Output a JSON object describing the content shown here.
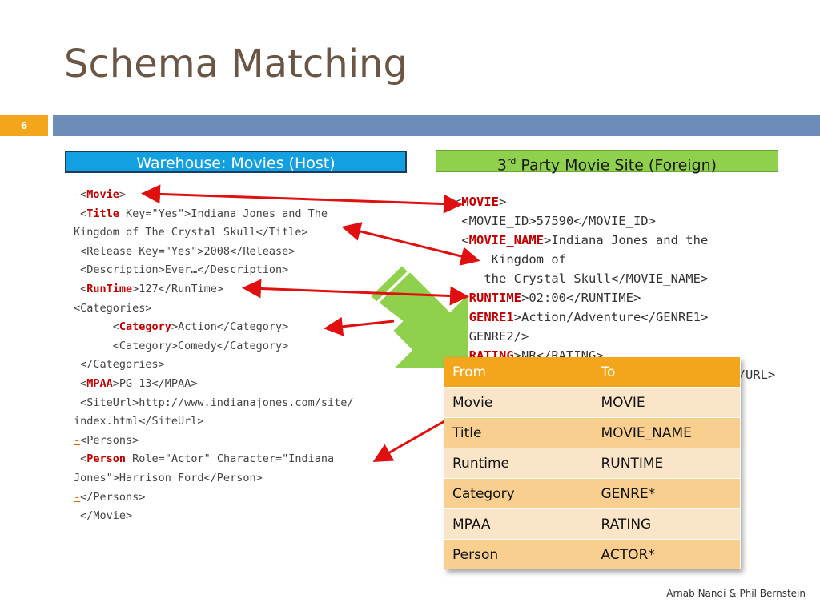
{
  "slide": {
    "title": "Schema Matching",
    "number": "6",
    "footer": "Arnab Nandi & Phil Bernstein"
  },
  "headers": {
    "host": "Warehouse: Movies (Host)",
    "foreign_prefix": "3",
    "foreign_sup": "rd",
    "foreign_rest": " Party Movie Site (Foreign)"
  },
  "host_xml": [
    {
      "minus": "-",
      "parts": [
        {
          "t": "<"
        },
        {
          "t": "Movie",
          "tag": true
        },
        {
          "t": ">"
        }
      ]
    },
    {
      "parts": [
        {
          "t": " <"
        },
        {
          "t": "Title",
          "tag": true
        },
        {
          "t": " Key=\"Yes\">Indiana Jones and The"
        }
      ]
    },
    {
      "parts": [
        {
          "t": "Kingdom of The Crystal Skull</Title>"
        }
      ]
    },
    {
      "parts": [
        {
          "t": " <Release Key=\"Yes\">2008</Release>"
        }
      ]
    },
    {
      "parts": [
        {
          "t": " <Description>Ever…</Description>"
        }
      ]
    },
    {
      "parts": [
        {
          "t": " <"
        },
        {
          "t": "RunTime",
          "tag": true
        },
        {
          "t": ">127</RunTime>"
        }
      ]
    },
    {
      "parts": [
        {
          "t": "<Categories>"
        }
      ]
    },
    {
      "parts": [
        {
          "t": "      <"
        },
        {
          "t": "Category",
          "tag": true
        },
        {
          "t": ">Action</Category>"
        }
      ]
    },
    {
      "parts": [
        {
          "t": "      <Category>Comedy</Category>"
        }
      ]
    },
    {
      "parts": [
        {
          "t": " </Categories>"
        }
      ]
    },
    {
      "parts": [
        {
          "t": " <"
        },
        {
          "t": "MPAA",
          "tag": true
        },
        {
          "t": ">PG-13</MPAA>"
        }
      ]
    },
    {
      "parts": [
        {
          "t": " <SiteUrl>http://www.indianajones.com/site/"
        }
      ]
    },
    {
      "parts": [
        {
          "t": "index.html</SiteUrl>"
        }
      ]
    },
    {
      "minus": "-",
      "parts": [
        {
          "t": "<Persons>"
        }
      ]
    },
    {
      "parts": [
        {
          "t": " <"
        },
        {
          "t": "Person",
          "tag": true
        },
        {
          "t": " Role=\"Actor\" Character=\"Indiana"
        }
      ]
    },
    {
      "parts": [
        {
          "t": "Jones\">Harrison Ford</Person>"
        }
      ]
    },
    {
      "minus": "-",
      "parts": [
        {
          "t": "</Persons>"
        }
      ]
    },
    {
      "parts": [
        {
          "t": " </Movie>"
        }
      ]
    }
  ],
  "foreign_xml": [
    {
      "parts": [
        {
          "t": "<"
        },
        {
          "t": "MOVIE",
          "tag": true
        },
        {
          "t": ">"
        }
      ]
    },
    {
      "parts": [
        {
          "t": " <MOVIE_ID>57590</MOVIE_ID>"
        }
      ]
    },
    {
      "parts": [
        {
          "t": " <"
        },
        {
          "t": "MOVIE_NAME",
          "tag": true
        },
        {
          "t": ">Indiana Jones and the"
        }
      ]
    },
    {
      "parts": [
        {
          "t": "     Kingdom of"
        }
      ]
    },
    {
      "parts": [
        {
          "t": "    the Crystal Skull</MOVIE_NAME>"
        }
      ]
    },
    {
      "parts": [
        {
          "t": " <"
        },
        {
          "t": "RUNTIME",
          "tag": true
        },
        {
          "t": ">02:00</RUNTIME>"
        }
      ]
    },
    {
      "parts": [
        {
          "t": " <"
        },
        {
          "t": "GENRE1",
          "tag": true
        },
        {
          "t": ">Action/Adventure</GENRE1>"
        }
      ]
    },
    {
      "parts": [
        {
          "t": " <GENRE2/>"
        }
      ]
    },
    {
      "parts": [
        {
          "t": " <"
        },
        {
          "t": "RATING",
          "tag": true
        },
        {
          "t": ">NR</RATING>"
        }
      ]
    },
    {
      "parts": [
        {
          "t": "                                   n/</URL>"
        }
      ]
    }
  ],
  "mapping_table": {
    "headers": [
      "From",
      "To"
    ],
    "rows": [
      [
        "Movie",
        "MOVIE"
      ],
      [
        "Title",
        "MOVIE_NAME"
      ],
      [
        "Runtime",
        "RUNTIME"
      ],
      [
        "Category",
        "GENRE*"
      ],
      [
        "MPAA",
        "RATING"
      ],
      [
        "Person",
        "ACTOR*"
      ]
    ]
  },
  "colors": {
    "title": "#6b5544",
    "accent_orange": "#f3a51b",
    "band_blue": "#6d8cb8",
    "host_header": "#12a0e0",
    "foreign_header": "#8fd04c",
    "arrow_red": "#e01010",
    "big_arrow_green": "#8fd04c",
    "tag_red": "#c00000"
  }
}
